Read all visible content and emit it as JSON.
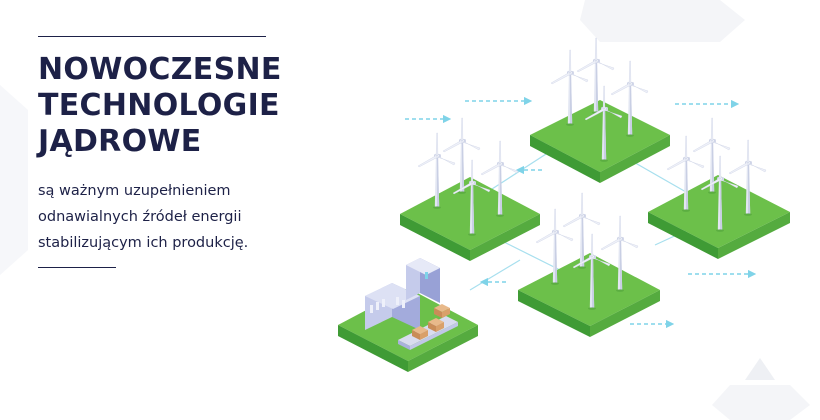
{
  "hero": {
    "headline": [
      "NOWOCZESNE",
      "TECHNOLOGIE",
      "JĄDROWE"
    ],
    "subtext": [
      "są ważnym uzupełnieniem",
      "odnawialnych źródeł energii",
      "stabilizującym ich produkcję."
    ]
  },
  "colors": {
    "navy": "#1d2147",
    "grass_top": "#6cc04a",
    "grass_left": "#3f9b35",
    "grass_right": "#55ab3f",
    "flow_line": "#7fd3e8",
    "turbine": "#e4e7f3",
    "building": "#b8bfe6",
    "hex_bg": "#f4f5f8"
  },
  "icons": [
    "wind-turbine-icon",
    "nuclear-plant-icon",
    "arrow-right-icon",
    "arrow-left-icon"
  ]
}
